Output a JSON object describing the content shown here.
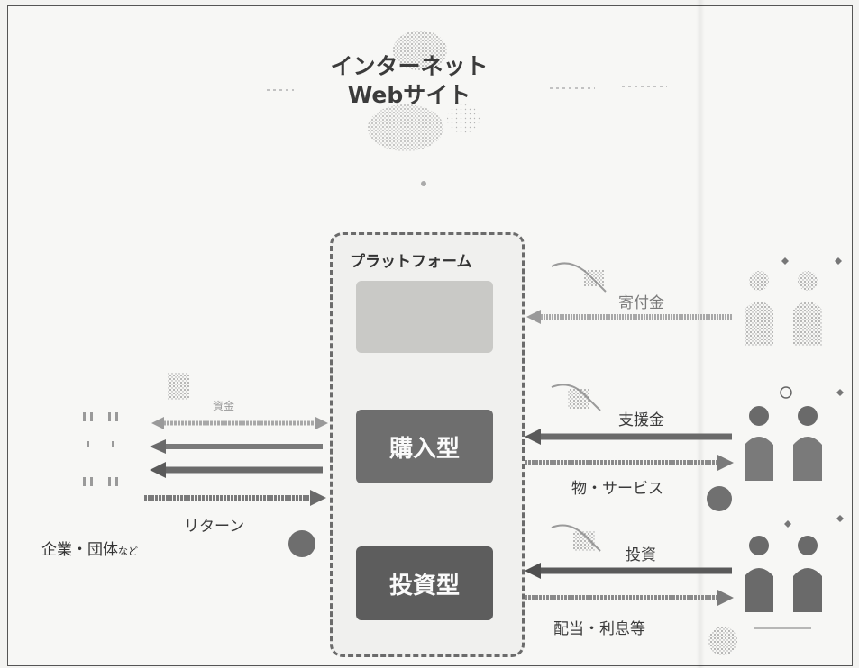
{
  "title": {
    "line1": "インターネット",
    "line2": "Webサイト"
  },
  "platform": {
    "label": "プラットフォーム",
    "top_box_label": "",
    "mid_box_label": "購入型",
    "bottom_box_label": "投資型"
  },
  "flows": {
    "donation": "寄付金",
    "support": "支援金",
    "goods": "物・サービス",
    "investment": "投資",
    "dividend": "配当・利息等",
    "return": "リターン",
    "left_top": "資金"
  },
  "organization": {
    "label": "企業・団体",
    "suffix": "など"
  },
  "colors": {
    "arrow_dark": "#585858",
    "arrow_light": "#9a9a9a",
    "person": "#6a6a6a"
  }
}
